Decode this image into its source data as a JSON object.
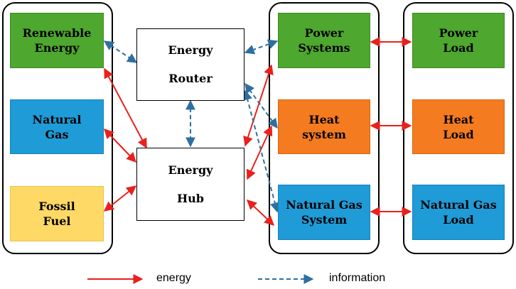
{
  "nodes": {
    "renewable_energy": "Renewable\nEnergy",
    "natural_gas": "Natural\nGas",
    "fossil_fuel": "Fossil\nFuel",
    "energy_router": "Energy\nRouter",
    "energy_hub": "Energy\nHub",
    "power_systems": "Power\nSystems",
    "heat_system": "Heat\nsystem",
    "natural_gas_system": "Natural Gas\nSystem",
    "power_load": "Power\nLoad",
    "heat_load": "Heat\nLoad",
    "natural_gas_load": "Natural Gas\nLoad"
  },
  "legend": {
    "energy": "energy",
    "information": "information"
  },
  "colors": {
    "energy_arrow": "#e8211d",
    "information_arrow": "#2f6fa0",
    "green": "#4ea72e",
    "blue": "#1f9bd7",
    "orange": "#f47b20",
    "yellow": "#ffd966"
  }
}
